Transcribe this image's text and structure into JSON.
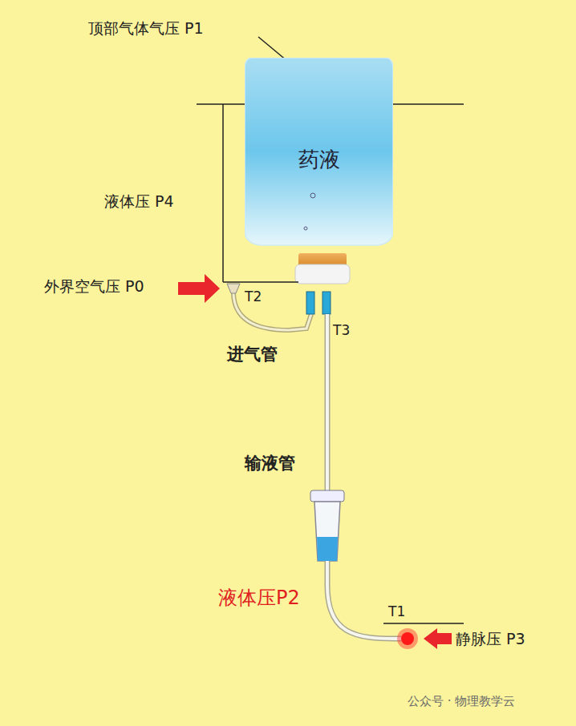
{
  "diagram": {
    "nodes": [
      {
        "text": [
          "药液"
        ]
      }
    ],
    "labels": [
      "顶部气体气压 P1",
      "液体压 P4",
      "外界空气压 P0",
      "T2",
      "T3",
      "进气管",
      "输液管",
      "液体压P2",
      "T1",
      "静脉压 P3",
      "公众号 · 物理教学云"
    ]
  }
}
